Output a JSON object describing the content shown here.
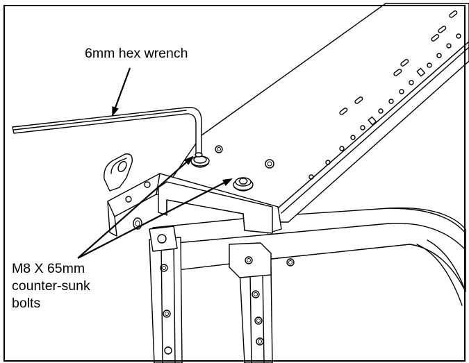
{
  "figure": {
    "frame_color": "#000000",
    "background": "#ffffff",
    "callouts": {
      "wrench": "6mm hex wrench",
      "bolts_line1": "M8 X 65mm",
      "bolts_line2": "counter-sunk",
      "bolts_line3": "bolts"
    }
  }
}
